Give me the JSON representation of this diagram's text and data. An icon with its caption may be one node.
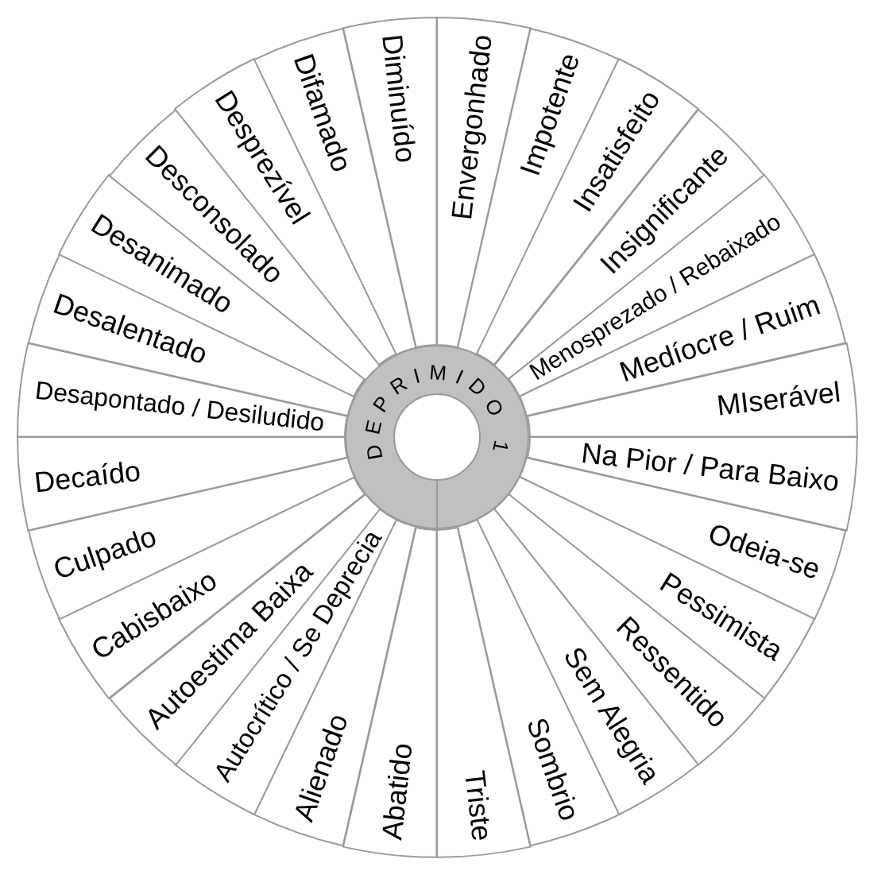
{
  "diagram": {
    "nodes": [
      {
        "text": [
          "DEPRIMIDO 1"
        ]
      },
      {
        "text": [
          "Abatido"
        ]
      },
      {
        "text": [
          "Alienado"
        ]
      },
      {
        "text": [
          "Autocrítico / Se Deprecia"
        ]
      },
      {
        "text": [
          "Autoestima Baixa"
        ]
      },
      {
        "text": [
          "Cabisbaixo"
        ]
      },
      {
        "text": [
          "Culpado"
        ]
      },
      {
        "text": [
          "Decaído"
        ]
      },
      {
        "text": [
          "Desapontado / Desiludido"
        ]
      },
      {
        "text": [
          "Desalentado"
        ]
      },
      {
        "text": [
          "Desanimado"
        ]
      },
      {
        "text": [
          "Desconsolado"
        ]
      },
      {
        "text": [
          "Desprezível"
        ]
      },
      {
        "text": [
          "Difamado"
        ]
      },
      {
        "text": [
          "Diminuído"
        ]
      },
      {
        "text": [
          "Envergonhado"
        ]
      },
      {
        "text": [
          "Impotente"
        ]
      },
      {
        "text": [
          "Insatisfeito"
        ]
      },
      {
        "text": [
          "Insignificante"
        ]
      },
      {
        "text": [
          "Menosprezado / Rebaixado"
        ]
      },
      {
        "text": [
          "Medíocre / Ruim"
        ]
      },
      {
        "text": [
          "MIserável"
        ]
      },
      {
        "text": [
          "Na Pior / Para Baixo"
        ]
      },
      {
        "text": [
          "Odeia-se"
        ]
      },
      {
        "text": [
          "Pessimista"
        ]
      },
      {
        "text": [
          "Ressentido"
        ]
      },
      {
        "text": [
          "Sem Alegria"
        ]
      },
      {
        "text": [
          "Sombrio"
        ]
      },
      {
        "text": [
          "Triste"
        ]
      }
    ]
  }
}
